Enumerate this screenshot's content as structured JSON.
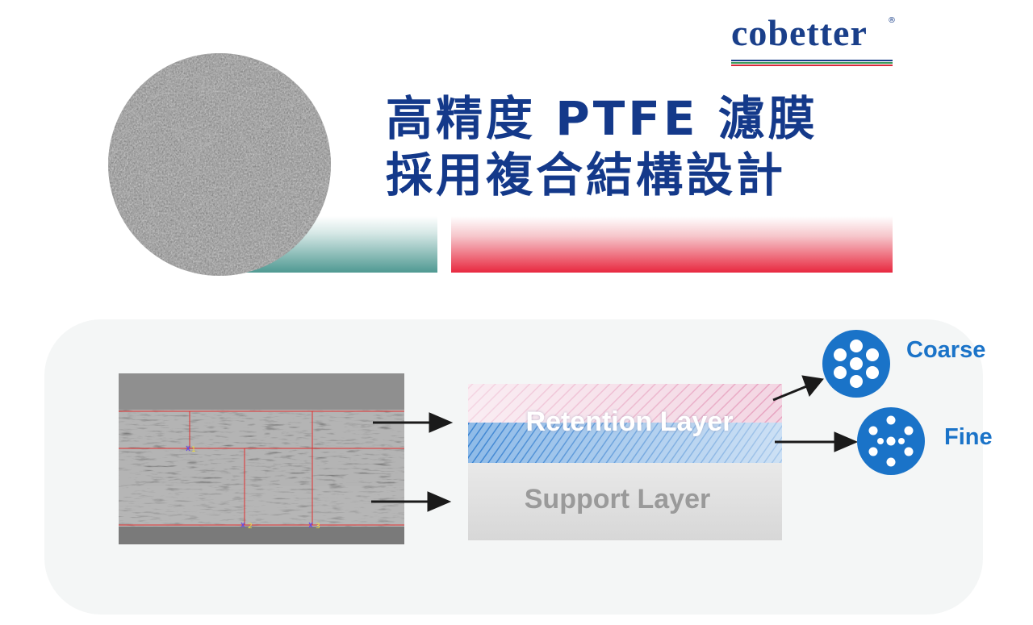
{
  "logo": {
    "text": "cobetter",
    "registered_mark": "®"
  },
  "title": {
    "line1": "高精度 PTFE 濾膜",
    "line2": "採用複合結構設計"
  },
  "diagram": {
    "retention_layer": "Retention Layer",
    "support_layer": "Support Layer",
    "pore_coarse": "Coarse",
    "pore_fine": "Fine",
    "sem_markers": [
      "1",
      "2",
      "3"
    ]
  },
  "colors": {
    "brand_blue": "#14398a",
    "pore_blue": "#1a73c8",
    "teal": "#4f9992",
    "red": "#e8283f",
    "retention_pink": "#e9a8c4",
    "retention_blue": "#4a8fd6",
    "support_gray": "#d9d9d9"
  }
}
